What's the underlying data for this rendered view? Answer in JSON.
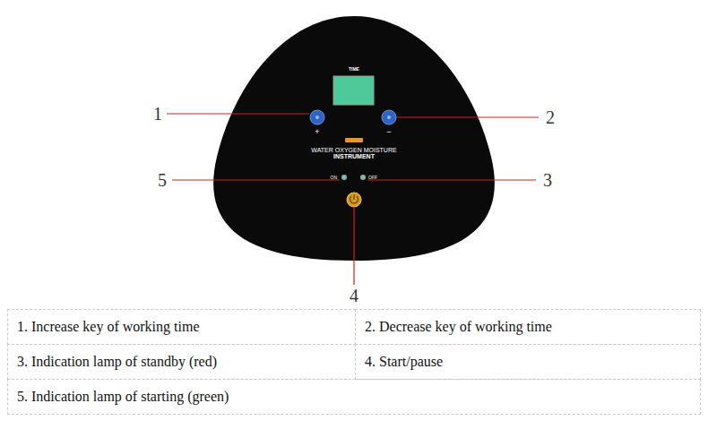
{
  "diagram": {
    "labels": [
      "TIME",
      "+",
      "−",
      "WATER OXYGEN MOISTURE",
      "INSTRUMENT",
      "ON",
      "OFF",
      "1",
      "2",
      "5",
      "3",
      "4",
      "1. Increase key of working time",
      "2. Decrease key of working time",
      "3. Indication lamp of standby (red)",
      "4. Start/pause",
      "5. Indication lamp of starting (green)"
    ]
  }
}
